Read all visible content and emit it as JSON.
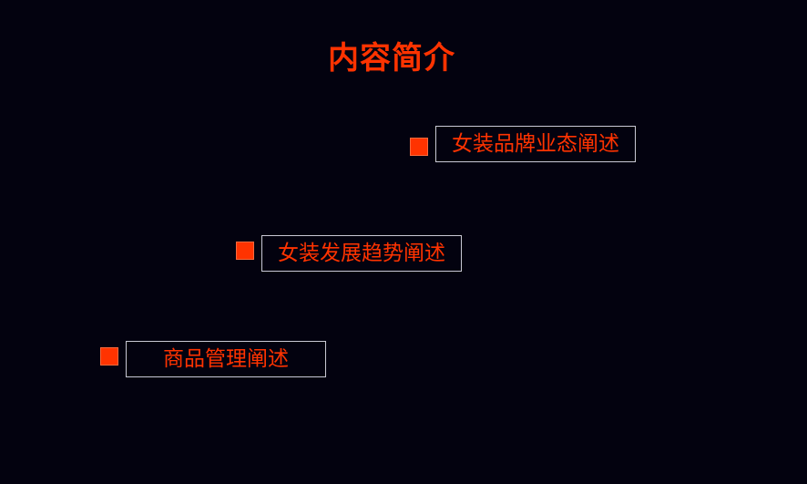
{
  "slide": {
    "title": "内容简介",
    "colors": {
      "background": "#03020f",
      "accent": "#ff3300",
      "border": "#c9c9d4"
    },
    "items": [
      {
        "label": "女装品牌业态阐述",
        "bullet_icon": "square-bullet-icon"
      },
      {
        "label": "女装发展趋势阐述",
        "bullet_icon": "square-bullet-icon"
      },
      {
        "label": "商品管理阐述",
        "bullet_icon": "square-bullet-icon"
      }
    ]
  }
}
